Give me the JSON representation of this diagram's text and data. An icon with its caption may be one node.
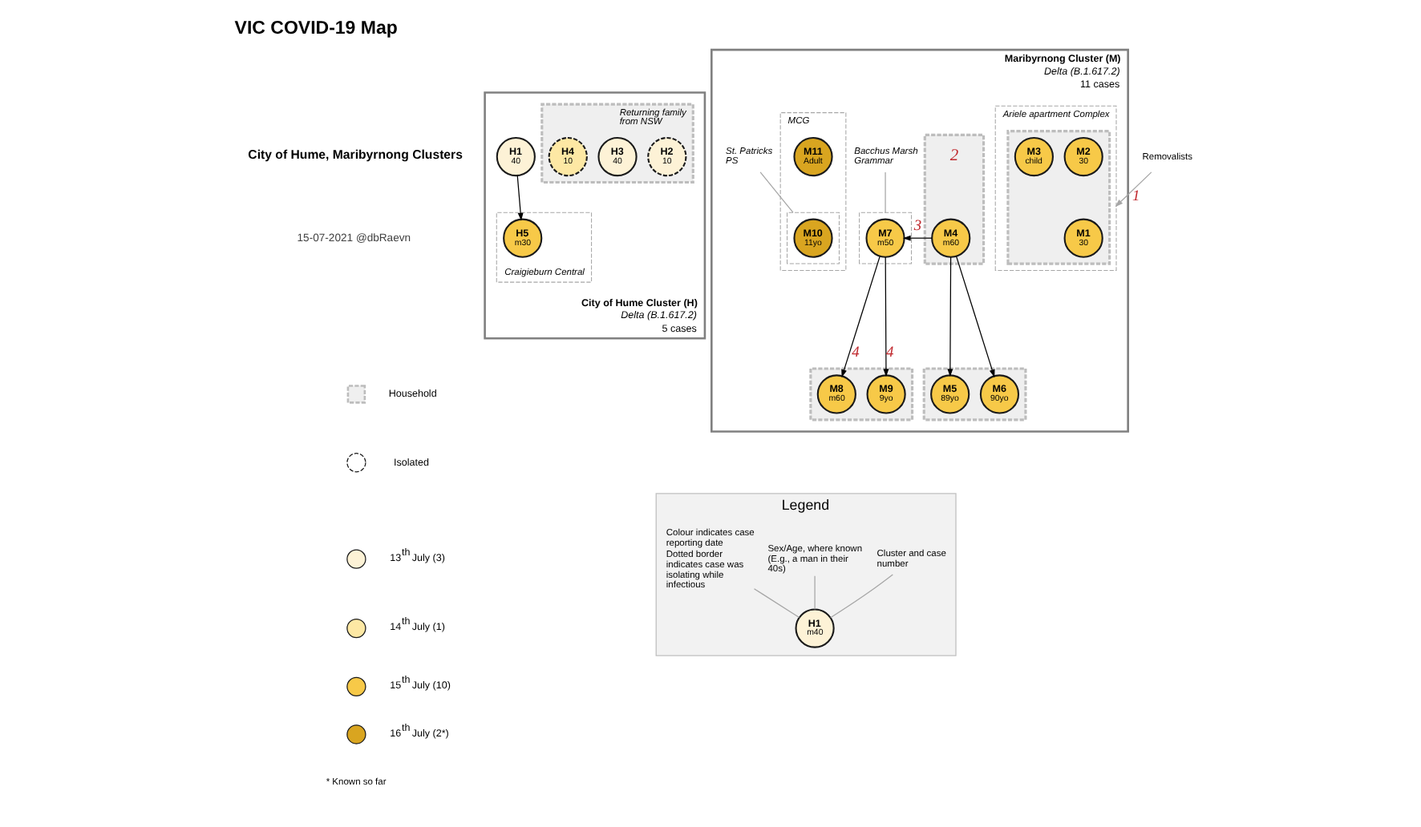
{
  "diagram": {
    "title": "VIC COVID-19 Map",
    "nodes": [
      {
        "text": [
          "City of Hume Cluster (H)",
          "Delta (B.1.617.2)",
          "5 cases"
        ]
      },
      {
        "text": [
          "Craigieburn Central"
        ],
        "in": 0
      },
      {
        "text": [
          "Returning family from NSW"
        ],
        "in": 0
      },
      {
        "text": [
          "H5",
          "m30"
        ],
        "in": 1
      },
      {
        "text": [
          "H1",
          "40"
        ],
        "in": 0
      },
      {
        "text": [
          "H2",
          "10"
        ],
        "in": 2
      },
      {
        "text": [
          "H3",
          "40"
        ],
        "in": 2
      },
      {
        "text": [
          "H4",
          "10"
        ],
        "in": 2
      },
      {
        "text": [
          "Maribyrnong Cluster (M)",
          "Delta (B.1.617.2)",
          "11 cases"
        ]
      },
      {
        "text": [
          "Removalists"
        ]
      },
      {
        "text": [
          "Ariele apartment Complex"
        ],
        "in": 8
      },
      {
        "text": [],
        "shape": "box",
        "in": 10
      },
      {
        "text": [
          "M1",
          "30"
        ],
        "in": 11
      },
      {
        "text": [
          "M2",
          "30"
        ],
        "in": 11
      },
      {
        "text": [
          "M3",
          "child"
        ],
        "in": 11
      },
      {
        "text": [
          "MCG"
        ],
        "in": 8
      },
      {
        "text": [],
        "shape": "box",
        "in": 8
      },
      {
        "text": [
          "M4",
          "m60"
        ],
        "in": 16
      },
      {
        "text": [],
        "shape": "box",
        "in": 8
      },
      {
        "text": [],
        "shape": "box",
        "in": 8
      },
      {
        "text": [
          "M7",
          "m50"
        ],
        "in": 19
      },
      {
        "text": [
          "M8",
          "m60"
        ],
        "in": 18
      },
      {
        "text": [
          "M9",
          "9yo"
        ],
        "in": 18
      },
      {
        "text": [],
        "shape": "box",
        "in": 15
      },
      {
        "text": [
          "M10",
          "11yo"
        ],
        "in": 23
      },
      {
        "text": [
          "M11",
          "Adult"
        ],
        "in": 15
      },
      {
        "text": [],
        "shape": "box",
        "in": 8
      },
      {
        "text": [
          "M5",
          "89yo"
        ],
        "in": 26
      },
      {
        "text": [
          "M6",
          "90yo"
        ],
        "in": 26
      },
      {
        "text": [
          "Bacchus Marsh Grammar"
        ],
        "in": 8
      },
      {
        "text": [
          "St. Patricks PS"
        ],
        "in": 8
      },
      {
        "text": [
          "Legend"
        ]
      },
      {
        "text": [
          "H1",
          "m40"
        ],
        "in": 31
      },
      {
        "text": [
          "Cluster and case number"
        ],
        "in": 31
      },
      {
        "text": [
          "Sex/Age, where known (E.g., a man in their 40s)"
        ],
        "in": 31
      },
      {
        "text": [
          "Colour indicates case reporting date",
          "Dotted border indicates case was isolating while infectious"
        ],
        "in": 31
      }
    ],
    "edges": [
      {
        "from": 4,
        "to": 3,
        "arrow": "to"
      },
      {
        "from": 9,
        "to": 10,
        "arrow": "to",
        "label": "1",
        "color": "#a6a6a6"
      },
      {
        "from": 17,
        "to": 20,
        "arrow": "to",
        "label": "3"
      },
      {
        "from": 20,
        "to": 21,
        "arrow": "to",
        "label": "4"
      },
      {
        "from": 20,
        "to": 22,
        "arrow": "to",
        "label": "4"
      },
      {
        "from": 17,
        "to": 27,
        "arrow": "to"
      },
      {
        "from": 17,
        "to": 28,
        "arrow": "to"
      },
      {
        "from": 29,
        "to": 19,
        "arrow": "none",
        "color": "#a6a6a6"
      },
      {
        "from": 30,
        "to": 23,
        "arrow": "none",
        "color": "#a6a6a6"
      },
      {
        "from": 33,
        "to": 32,
        "arrow": "none",
        "color": "#a6a6a6"
      },
      {
        "from": 34,
        "to": 32,
        "arrow": "none",
        "color": "#a6a6a6"
      },
      {
        "from": 35,
        "to": 32,
        "arrow": "none",
        "color": "#a6a6a6"
      }
    ],
    "labels": [
      "City of Hume, Maribyrnong Clusters",
      "15-07-2021 @dbRaevn",
      "2",
      "* Known so far"
    ],
    "legend": [
      {
        "text": "Household"
      },
      {
        "text": "Isolated"
      },
      {
        "text": "13$^{th}$ July (3)",
        "color": "#fdf2d6"
      },
      {
        "text": "14$^{th}$ July (1)",
        "color": "#fde8a4"
      },
      {
        "text": "15$^{th}$ July (10)",
        "color": "#f7c948"
      },
      {
        "text": "16$^{th}$ July (2*)",
        "color": "#d9a520"
      }
    ]
  }
}
